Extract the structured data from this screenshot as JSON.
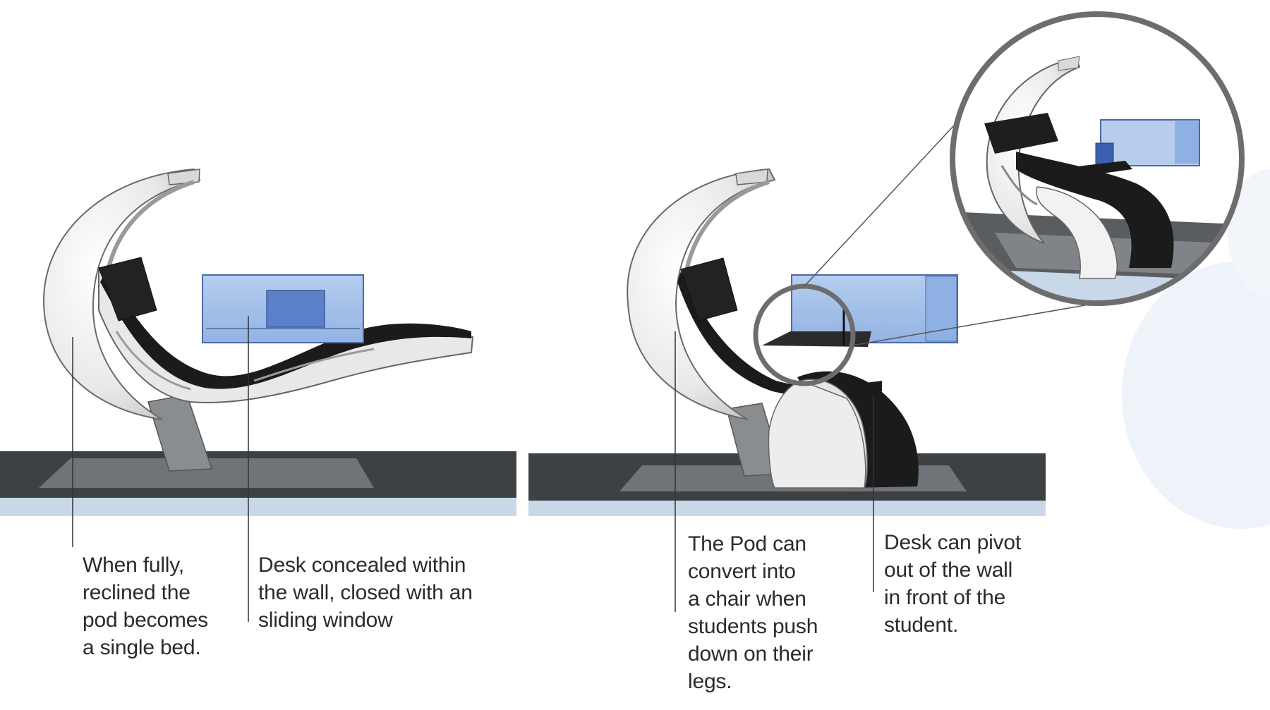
{
  "captions": [
    {
      "id": "bed",
      "lines": [
        "When fully,",
        "reclined the",
        "pod becomes",
        "a single bed."
      ]
    },
    {
      "id": "desk-concealed",
      "lines": [
        "Desk concealed within",
        "the wall, closed with an",
        "sliding window"
      ]
    },
    {
      "id": "chair",
      "lines": [
        "The Pod can",
        "convert into",
        "a chair when",
        "students push",
        "down on their",
        "legs."
      ]
    },
    {
      "id": "desk-pivot",
      "lines": [
        "Desk can pivot",
        "out of the wall",
        "in front of the",
        "student."
      ]
    }
  ],
  "colors": {
    "floor_dark": "#3d4144",
    "floor_edge": "#c8d8e8",
    "base_plate": "#707378",
    "pod_shell": "#eeeeee",
    "cushion": "#1b1b1b",
    "desk_blue": "#9dbbe6",
    "desk_dark_blue": "#5b80c8",
    "callout_ring": "#707070",
    "background_blob": "#eef3fa"
  }
}
